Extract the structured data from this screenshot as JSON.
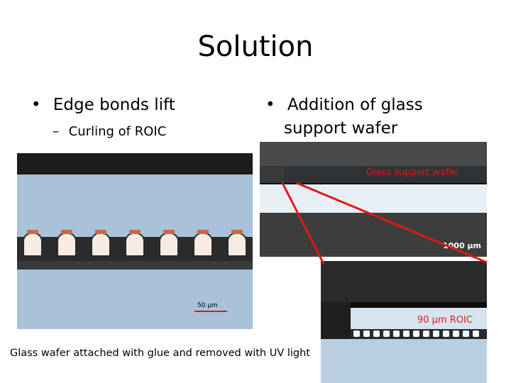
{
  "slide": {
    "title": "Solution",
    "left_bullet": "Edge bonds lift",
    "left_sub": "Curling of ROIC",
    "right_bullet_line1": "Addition of glass",
    "right_bullet_line2": "support wafer",
    "bullet_char": "•",
    "dash_char": "–",
    "bottom_caption": "Glass wafer attached with glue and removed with UV light"
  },
  "images": {
    "left": {
      "scale_bar": "50 µm"
    },
    "top_right": {
      "label": "Glass support wafer",
      "scale_bar": "1000 µm"
    },
    "bottom_right": {
      "label": "90 µm ROIC"
    }
  },
  "colors": {
    "callout_red": "#e01818",
    "wafer_blue": "#a9c2d9",
    "dark_gap": "#2b2b2b"
  }
}
